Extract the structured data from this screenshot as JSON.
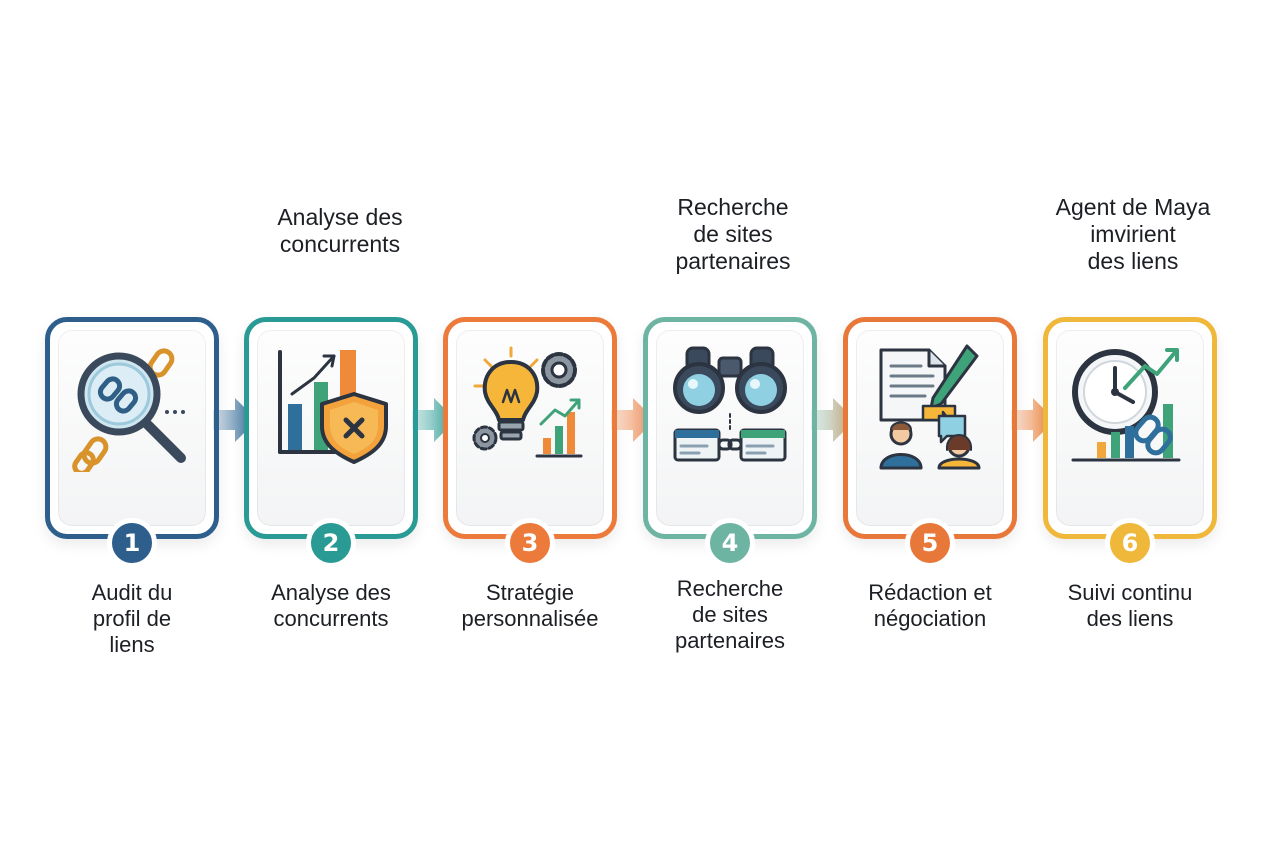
{
  "colors": {
    "step1": "#2e5f8c",
    "step2": "#2a9a94",
    "step3": "#ec7a3a",
    "step4": "#6db5a2",
    "step5": "#e8783a",
    "step6": "#f0b83a"
  },
  "top_labels": {
    "step2": "Analyse des\nconcurrents",
    "step4": "Recherche\nde sites\npartenaires",
    "step6": "Agent de Maya\nimvirient\ndes liens"
  },
  "steps": [
    {
      "number": "1",
      "label": "Audit du\nprofil de\nliens",
      "icon": "magnifier-chain-icon"
    },
    {
      "number": "2",
      "label": "Analyse des\nconcurrents",
      "icon": "chart-shield-icon"
    },
    {
      "number": "3",
      "label": "Stratégie\npersonnalisée",
      "icon": "lightbulb-gears-icon"
    },
    {
      "number": "4",
      "label": "Recherche\nde sites\npartenaires",
      "icon": "binoculars-icon"
    },
    {
      "number": "5",
      "label": "Rédaction et\nnégociation",
      "icon": "document-people-icon"
    },
    {
      "number": "6",
      "label": "Suivi continu\ndes liens",
      "icon": "clock-chart-link-icon"
    }
  ]
}
